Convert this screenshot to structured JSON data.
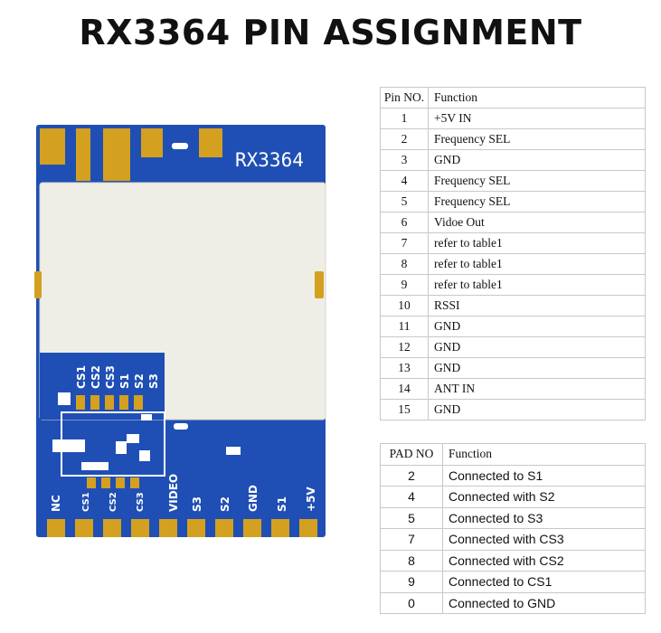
{
  "title": "RX3364 PIN ASSIGNMENT",
  "board": {
    "model_label": "RX3364",
    "top_labels": [
      "CS1",
      "CS2",
      "CS3",
      "S1",
      "S2",
      "S3"
    ],
    "bottom_labels": [
      "NC",
      "CS1",
      "CS2",
      "CS3",
      "VIDEO",
      "S3",
      "S2",
      "GND",
      "S1",
      "+5V"
    ]
  },
  "pin_table": {
    "headers": [
      "Pin NO.",
      "Function"
    ],
    "rows": [
      [
        "1",
        "+5V IN"
      ],
      [
        "2",
        "Frequency SEL"
      ],
      [
        "3",
        "GND"
      ],
      [
        "4",
        "Frequency SEL"
      ],
      [
        "5",
        "Frequency SEL"
      ],
      [
        "6",
        "Vidoe Out"
      ],
      [
        "7",
        "refer to  table1"
      ],
      [
        "8",
        "refer to  table1"
      ],
      [
        "9",
        "refer to  table1"
      ],
      [
        "10",
        "RSSI"
      ],
      [
        "11",
        "GND"
      ],
      [
        "12",
        "GND"
      ],
      [
        "13",
        "GND"
      ],
      [
        "14",
        "ANT IN"
      ],
      [
        "15",
        "GND"
      ]
    ]
  },
  "pad_table": {
    "headers": [
      "PAD NO",
      "Function"
    ],
    "rows": [
      [
        "2",
        "Connected to S1"
      ],
      [
        "4",
        "Connected with S2"
      ],
      [
        "5",
        "Connected to S3"
      ],
      [
        "7",
        "Connected with CS3"
      ],
      [
        "8",
        "Connected with CS2"
      ],
      [
        "9",
        "Connected to CS1"
      ],
      [
        "0",
        "Connected to GND"
      ]
    ]
  },
  "colors": {
    "pcb_blue": "#1f4fb4",
    "shield": "#eeeee6",
    "gold": "#d4a020",
    "silk": "#ffffff"
  }
}
